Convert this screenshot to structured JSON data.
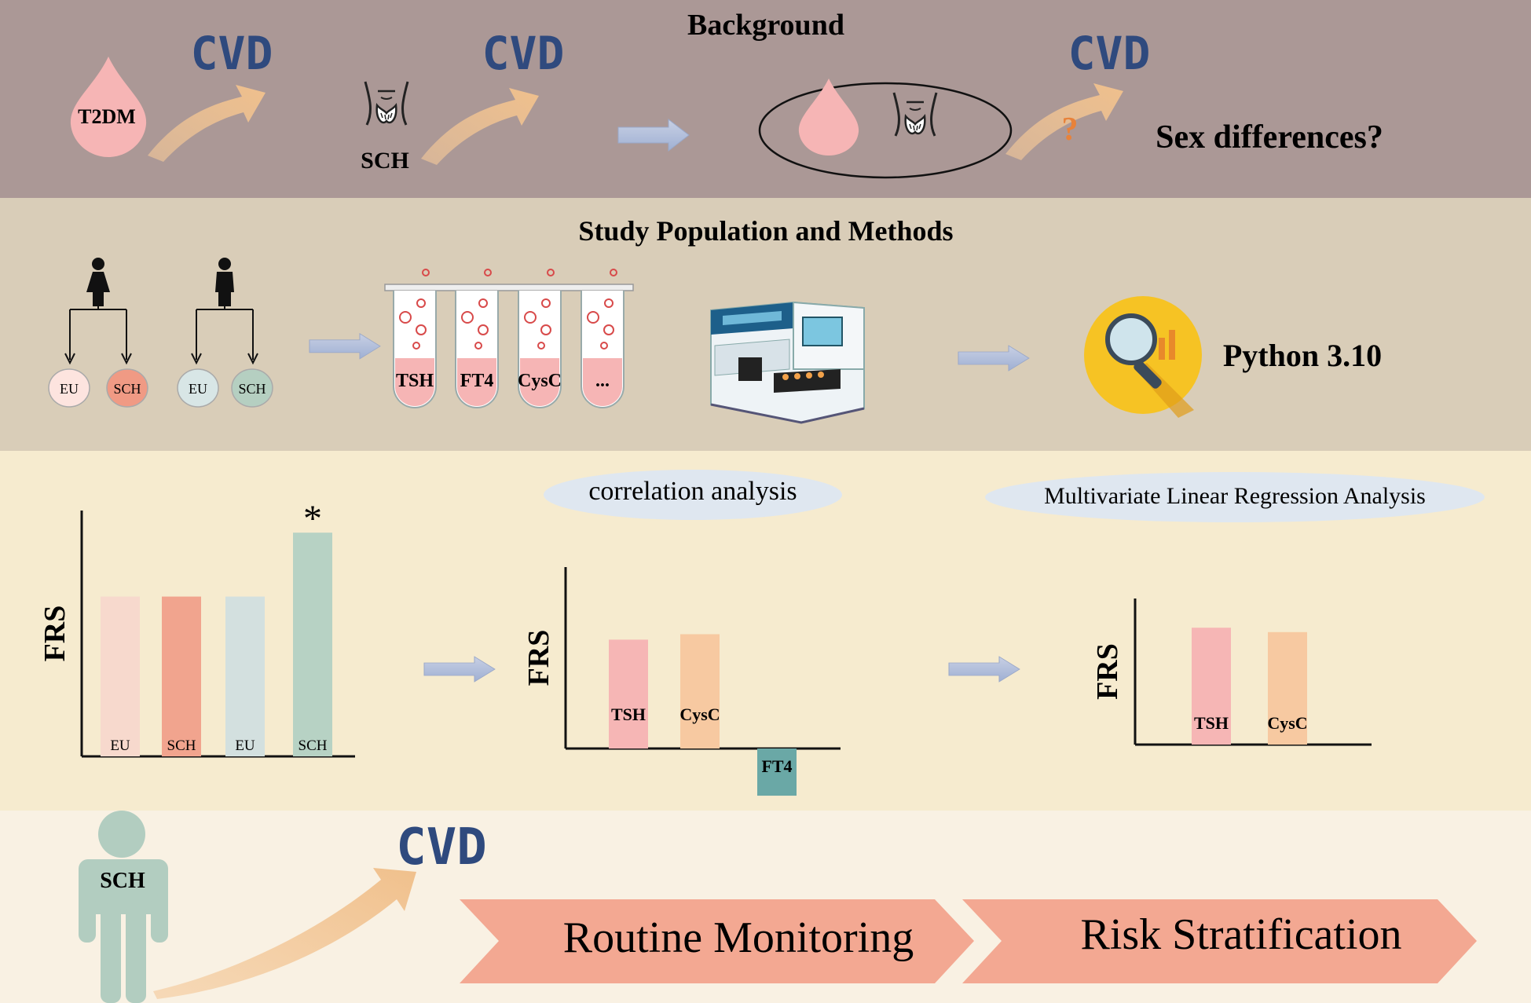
{
  "panels": {
    "background": {
      "title": "Background",
      "t2dm_label": "T2DM",
      "sch_label": "SCH",
      "cvd_label": "CVD",
      "question_mark": "?",
      "sex_differences": "Sex differences?"
    },
    "methods": {
      "title": "Study Population and Methods",
      "female_groups": [
        "EU",
        "SCH"
      ],
      "male_groups": [
        "EU",
        "SCH"
      ],
      "tubes": [
        "TSH",
        "FT4",
        "CysC",
        "..."
      ],
      "python_label": "Python 3.10"
    },
    "results": {
      "correlation_label": "correlation analysis",
      "regression_label": "Multivariate Linear Regression Analysis",
      "star": "*"
    },
    "conclusion": {
      "person_label": "SCH",
      "cvd_label": "CVD",
      "routine_label": "Routine Monitoring",
      "risk_label": "Risk Stratification"
    }
  },
  "chart_data": [
    {
      "type": "bar",
      "ylabel": "FRS",
      "categories": [
        "EU",
        "SCH",
        "EU",
        "SCH"
      ],
      "values": [
        0.65,
        0.65,
        0.65,
        0.91
      ],
      "colors": [
        "#f7d9cd",
        "#f1a48e",
        "#d3e0df",
        "#b7d2c4"
      ],
      "annotation": "*",
      "ylim": [
        0,
        1
      ]
    },
    {
      "type": "bar",
      "ylabel": "FRS",
      "categories": [
        "TSH",
        "CysC",
        "FT4"
      ],
      "values": [
        0.6,
        0.63,
        -0.26
      ],
      "colors": [
        "#f6b6b5",
        "#f7c9a1",
        "#6aa8a6"
      ],
      "ylim": [
        -0.3,
        1
      ]
    },
    {
      "type": "bar",
      "ylabel": "FRS",
      "categories": [
        "TSH",
        "CysC"
      ],
      "values": [
        0.8,
        0.77
      ],
      "colors": [
        "#f6b6b5",
        "#f7c9a1"
      ],
      "ylim": [
        0,
        1
      ]
    }
  ]
}
